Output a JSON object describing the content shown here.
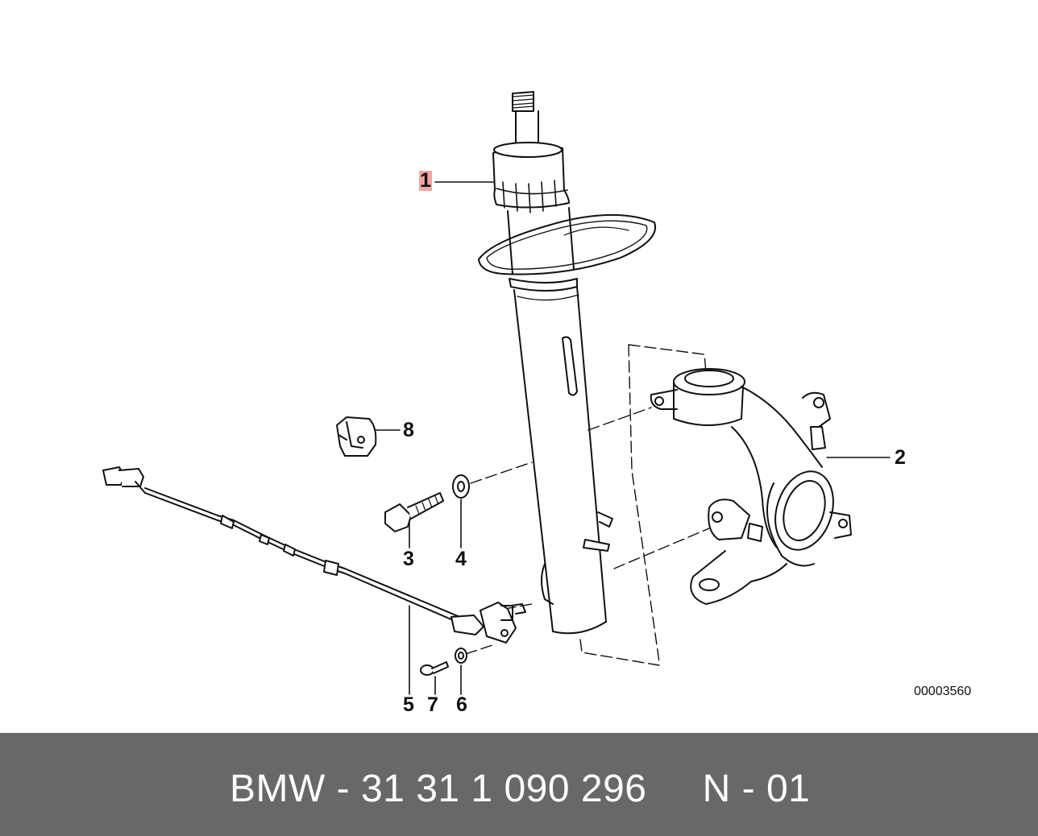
{
  "callouts": {
    "c1": "1",
    "c2": "2",
    "c3": "3",
    "c4": "4",
    "c5": "5",
    "c6": "6",
    "c7": "7",
    "c8": "8"
  },
  "highlight_color": "#f4a3a3",
  "reference_number": "00003560",
  "footer": {
    "text": "BMW - 31 31 1 090 296     N - 01",
    "background": "#686868"
  }
}
